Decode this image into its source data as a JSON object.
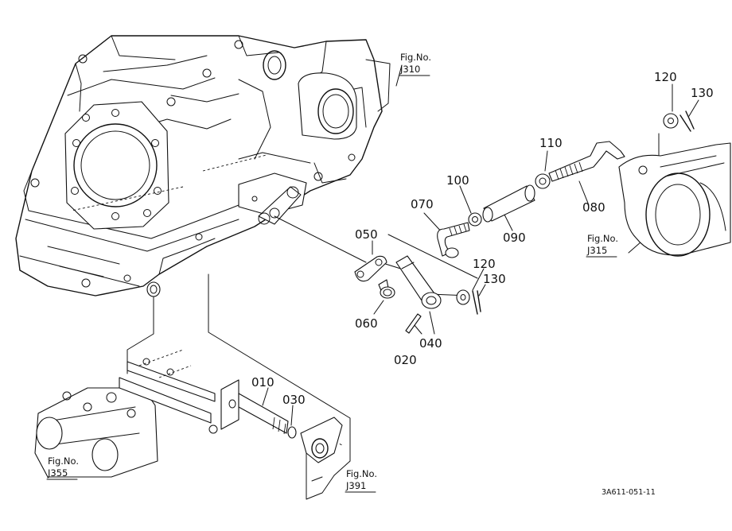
{
  "diagram": {
    "code": "3A611-051-11",
    "part_labels": [
      "010",
      "020",
      "030",
      "040",
      "050",
      "060",
      "070",
      "080",
      "090",
      "100",
      "110",
      "120",
      "120",
      "130",
      "130"
    ],
    "fig_refs": [
      {
        "caption": "Fig.No.",
        "number": "J310"
      },
      {
        "caption": "Fig.No.",
        "number": "J315"
      },
      {
        "caption": "Fig.No.",
        "number": "J355"
      },
      {
        "caption": "Fig.No.",
        "number": "J391"
      }
    ]
  }
}
